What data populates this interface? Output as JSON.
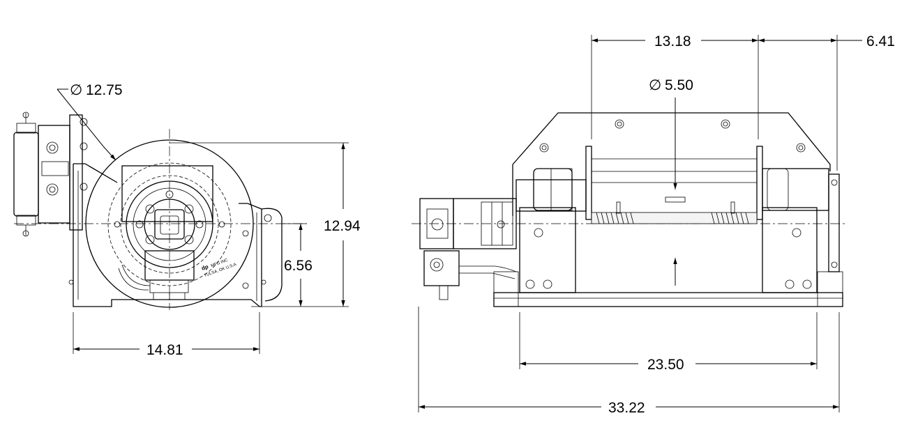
{
  "dimensions": {
    "drum_diameter": "12.75",
    "overall_height": "12.94",
    "center_height": "6.56",
    "end_width": "14.81",
    "drum_length": "13.18",
    "offset": "6.41",
    "core_diameter": "5.50",
    "base_length": "23.50",
    "overall_length": "33.22"
  },
  "diameter_symbol": "∅",
  "nameplate": {
    "logo": "dp",
    "maker": "MFG INC",
    "location": "TULSA, OK U.S.A"
  }
}
